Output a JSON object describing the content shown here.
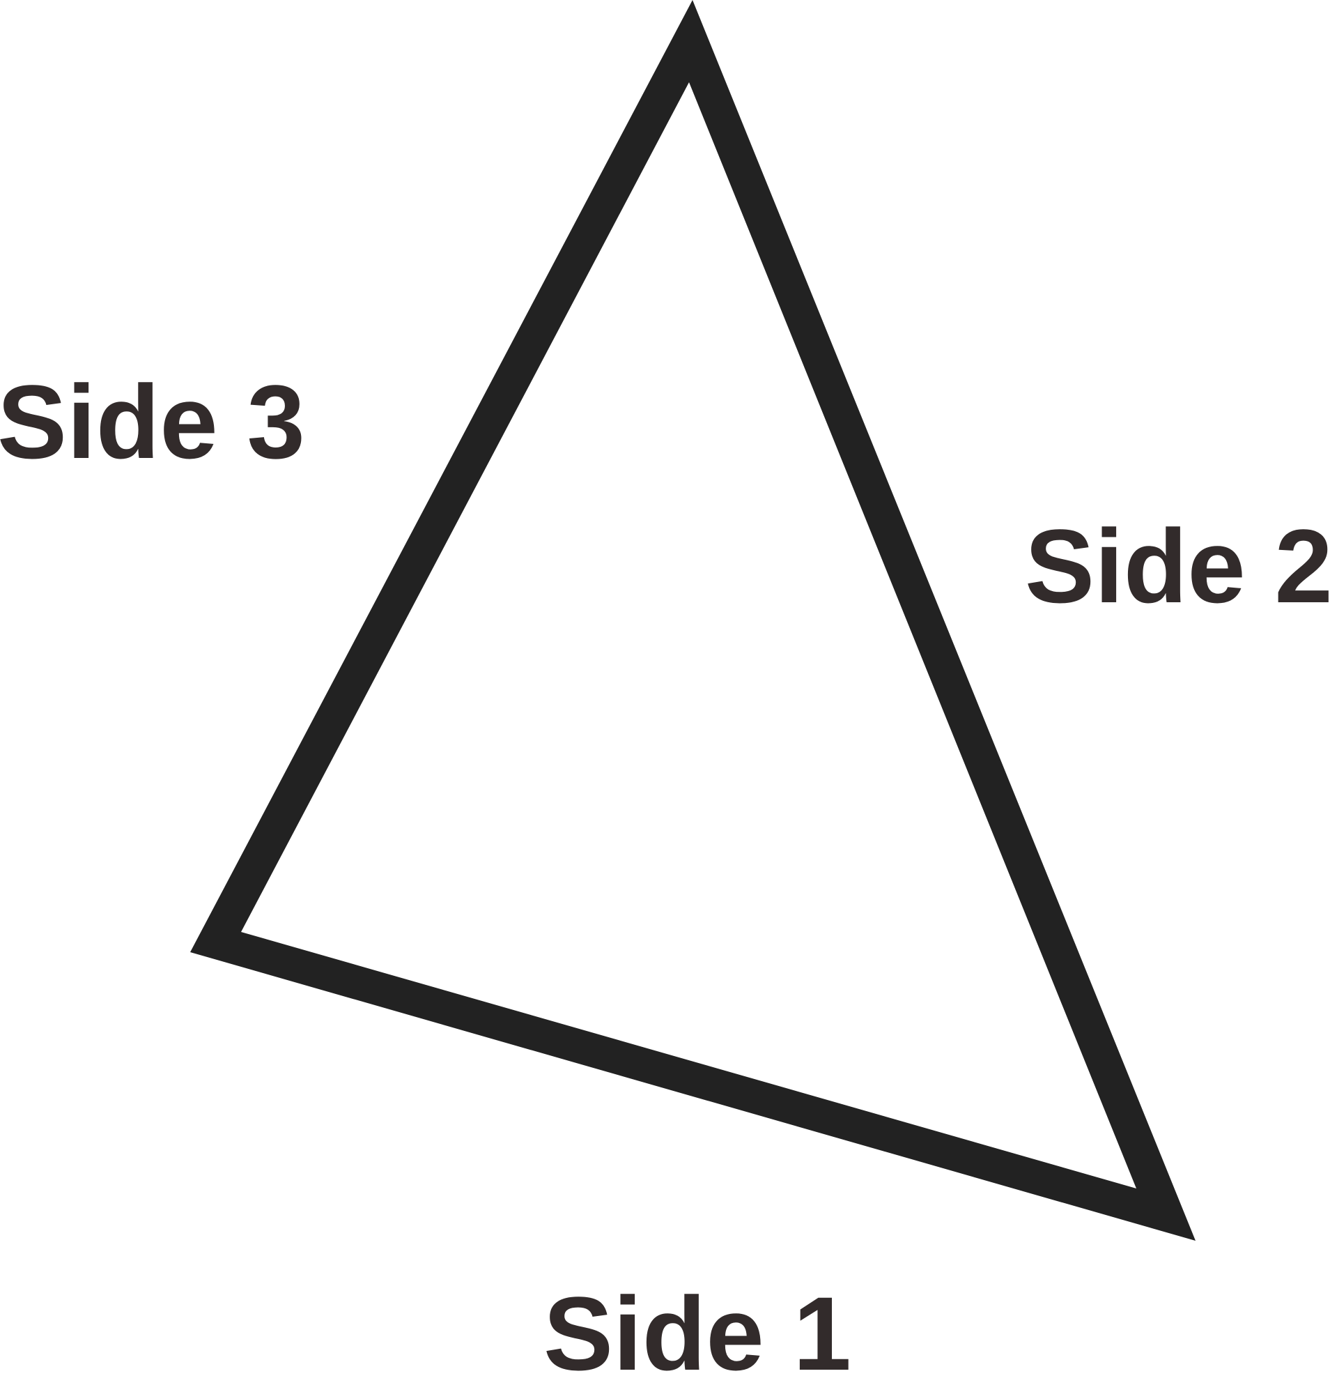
{
  "diagram": {
    "shape": "triangle",
    "stroke_color": "#222222",
    "fill_color": "#ffffff",
    "label_color": "#322b2b",
    "labels": {
      "side_1": "Side 1",
      "side_2": "Side 2",
      "side_3": "Side 3"
    }
  }
}
